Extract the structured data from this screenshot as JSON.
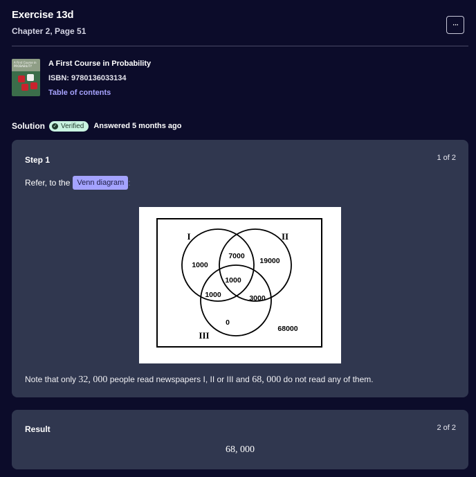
{
  "header": {
    "title": "Exercise 13d",
    "subtitle": "Chapter 2, Page 51",
    "more_label": "···"
  },
  "book": {
    "title": "A First Course in Probability",
    "isbn": "ISBN: 9780136033134",
    "toc_label": "Table of contents",
    "cover_text": "A First Course in PROBABILITY"
  },
  "solution": {
    "label": "Solution",
    "verified_label": "Verified",
    "answered": "Answered 5 months ago"
  },
  "step1": {
    "label": "Step 1",
    "counter": "1 of 2",
    "refer_text": "Refer, to the",
    "venn_link": "Venn diagram",
    "refer_tail": ":",
    "venn": {
      "set_labels": [
        "I",
        "II",
        "III"
      ],
      "only_I": "1000",
      "I_and_II": "7000",
      "only_II": "19000",
      "I_II_III": "1000",
      "I_and_III": "1000",
      "II_and_III": "3000",
      "only_III": "0",
      "outside": "68000"
    },
    "note": {
      "part1": "Note that only ",
      "value1": "32, 000",
      "part2": " people read newspapers I, II or III and ",
      "value2": "68, 000",
      "part3": " do not read any of them."
    }
  },
  "result": {
    "label": "Result",
    "counter": "2 of 2",
    "value": "68, 000"
  },
  "colors": {
    "background": "#0c0c2a",
    "card": "#30374f",
    "accent_link": "#a7a3ff",
    "verified_bg": "#c9f3e1"
  }
}
